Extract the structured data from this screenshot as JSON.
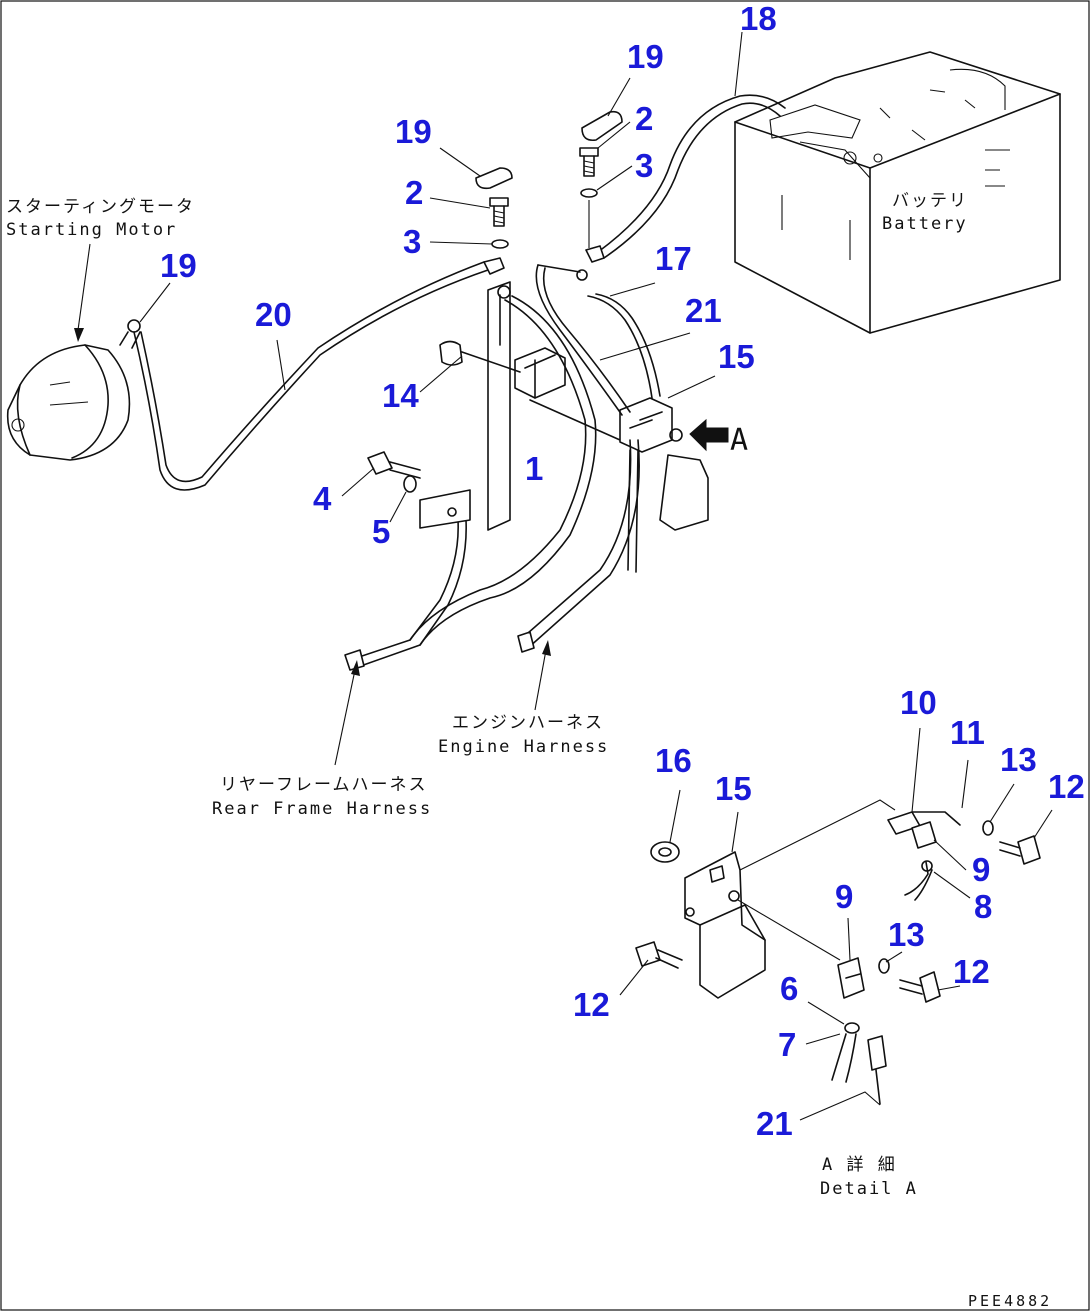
{
  "labels": {
    "starting_motor_jp": "スターティングモータ",
    "starting_motor_en": "Starting Motor",
    "battery_jp": "バッテリ",
    "battery_en": "Battery",
    "engine_harness_jp": "エンジンハーネス",
    "engine_harness_en": "Engine Harness",
    "rear_frame_harness_jp": "リヤーフレームハーネス",
    "rear_frame_harness_en": "Rear Frame Harness",
    "detail_a_jp": "A 詳 細",
    "detail_a_en": "Detail A",
    "view_arrow": "A",
    "drawing_code": "PEE4882"
  },
  "part_numbers": {
    "p18": "18",
    "p19_top": "19",
    "p2_top": "2",
    "p3_top": "3",
    "p19_mid": "19",
    "p2_mid": "2",
    "p3_mid": "3",
    "p19_motor": "19",
    "p20": "20",
    "p17": "17",
    "p21_main": "21",
    "p15_main": "15",
    "p14": "14",
    "p1": "1",
    "p4": "4",
    "p5": "5",
    "p10": "10",
    "p11": "11",
    "p13_right": "13",
    "p12_right": "12",
    "p16": "16",
    "p15_detail": "15",
    "p9_right": "9",
    "p8": "8",
    "p9_mid": "9",
    "p13_mid": "13",
    "p12_mid": "12",
    "p6": "6",
    "p12_left": "12",
    "p7": "7",
    "p21_detail": "21"
  }
}
